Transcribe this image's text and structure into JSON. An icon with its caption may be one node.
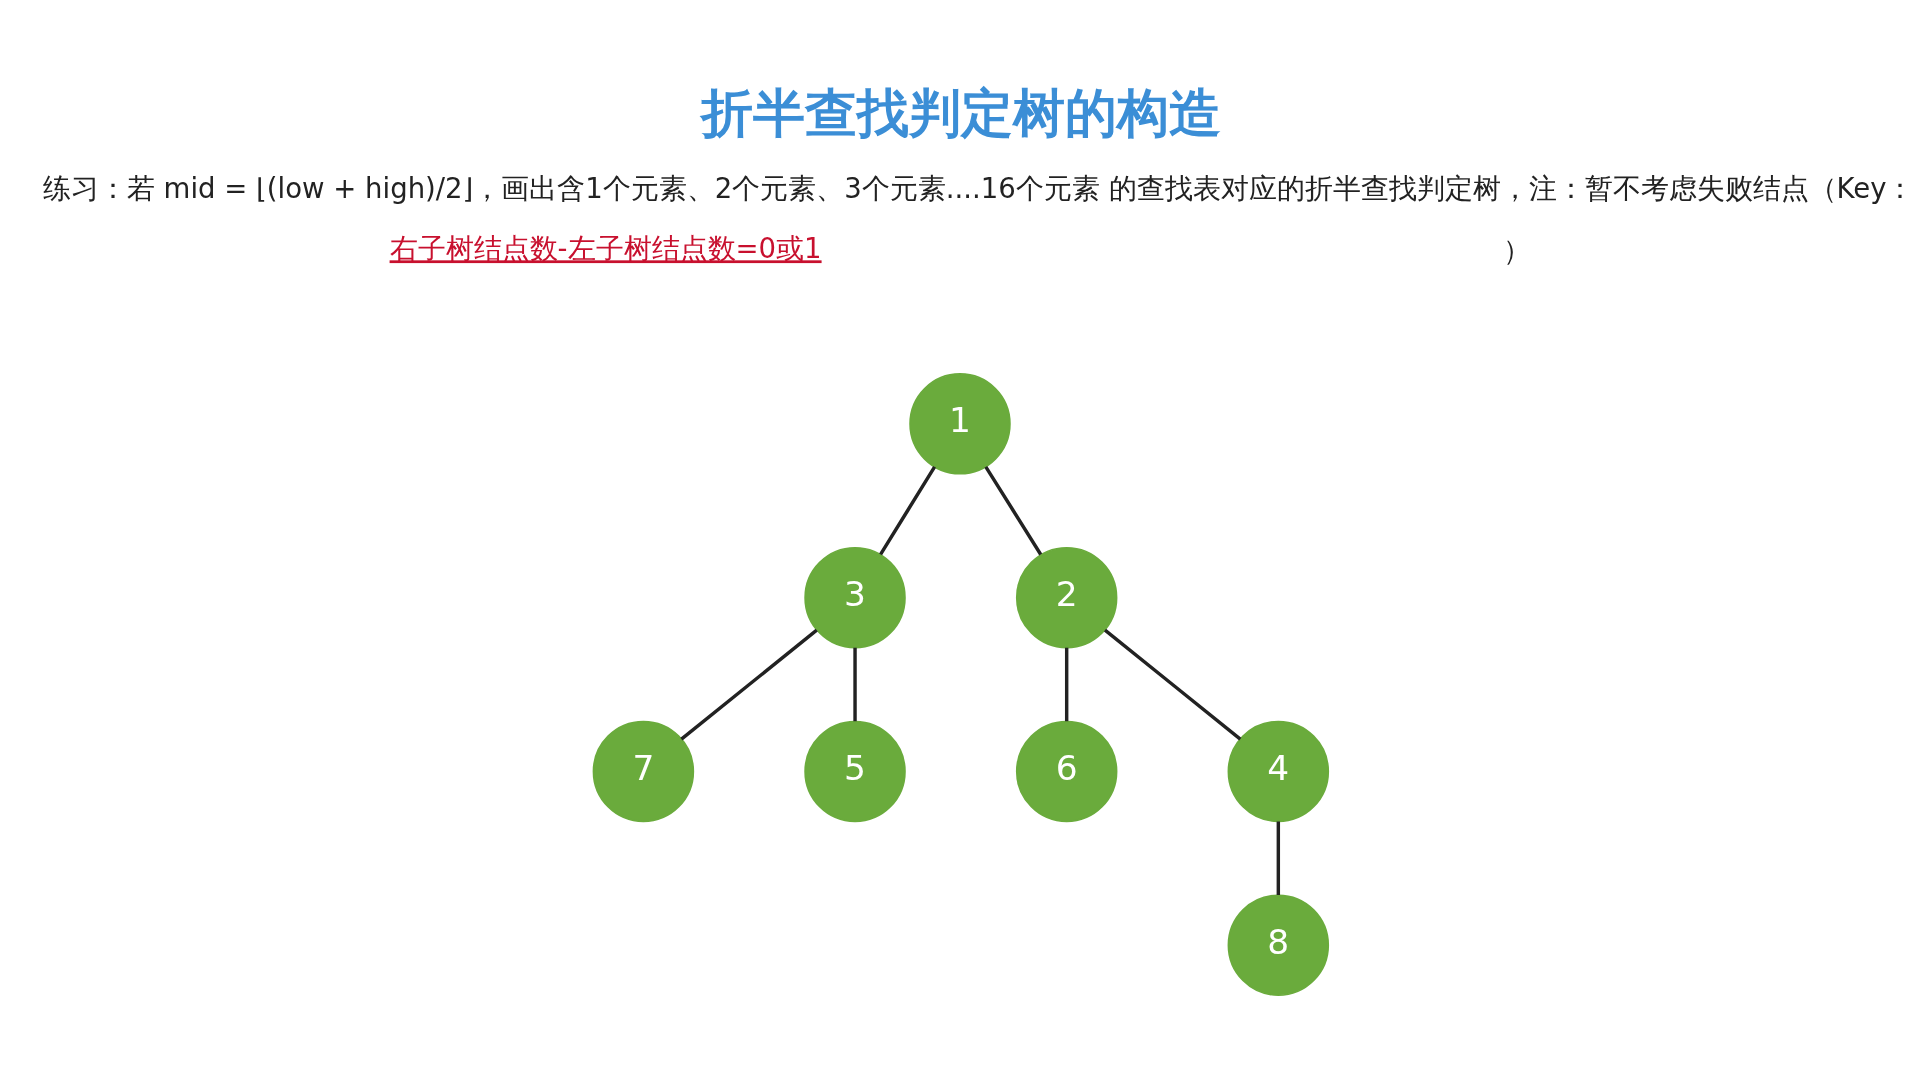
{
  "diagram": {
    "title": "折半查找判定树的构造",
    "nodes": [
      {
        "text": [
          "1"
        ]
      },
      {
        "text": [
          "3"
        ]
      },
      {
        "text": [
          "2"
        ]
      },
      {
        "text": [
          "7"
        ]
      },
      {
        "text": [
          "5"
        ]
      },
      {
        "text": [
          "6"
        ]
      },
      {
        "text": [
          "4"
        ]
      },
      {
        "text": [
          "8"
        ]
      }
    ],
    "edges": [
      {
        "from": 0,
        "to": 1,
        "arrow": "none"
      },
      {
        "from": 0,
        "to": 2,
        "arrow": "none"
      },
      {
        "from": 1,
        "to": 3,
        "arrow": "none"
      },
      {
        "from": 1,
        "to": 4,
        "arrow": "none"
      },
      {
        "from": 2,
        "to": 5,
        "arrow": "none"
      },
      {
        "from": 2,
        "to": 6,
        "arrow": "none"
      },
      {
        "from": 6,
        "to": 7,
        "arrow": "none"
      }
    ],
    "labels": [
      "练习：若 mid = ⌊(low + high)/2⌋，画出含1个元素、2个元素、3个元素....16个元素 的查找表对应的折半查找判定树，注：暂不考虑失败结点（Key：",
      "右子树结点数-左子树结点数=0或1",
      "）"
    ]
  }
}
